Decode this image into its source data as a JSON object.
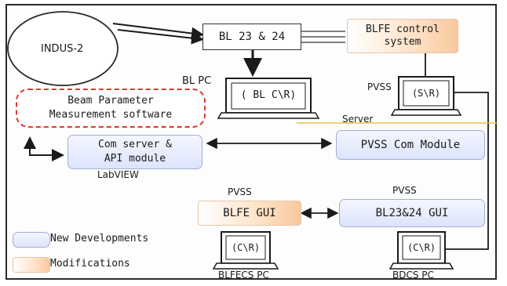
{
  "nodes": {
    "indus": "INDUS-2",
    "bl_box": "BL 23 & 24",
    "blfe_control": "BLFE control\nsystem",
    "bl_pc_label": "BL PC",
    "bl_pc_screen": "( BL C\\R)",
    "pvss_top": "PVSS",
    "s_r_screen": "(S\\R)",
    "beam_param": "Beam Parameter\nMeasurement software",
    "server_label": "Server",
    "com_server": "Com server &\nAPI module",
    "labview": "LabVIEW",
    "pvss_com": "PVSS Com Module",
    "pvss_left": "PVSS",
    "pvss_right": "PVSS",
    "blfe_gui": "BLFE GUI",
    "bl_gui": "BL23&24 GUI",
    "blfecs_screen": "(C\\R)",
    "bdcs_screen": "(C\\R)",
    "blfecs_pc": "BLFECS PC",
    "bdcs_pc": "BDCS PC"
  },
  "legend": {
    "new": "New Developments",
    "mod": "Modifications"
  },
  "colors": {
    "new_fill": "#dde4fb",
    "mod_fill": "#f8c89e",
    "dashed": "#e0392e",
    "server_line": "#f0c040"
  }
}
